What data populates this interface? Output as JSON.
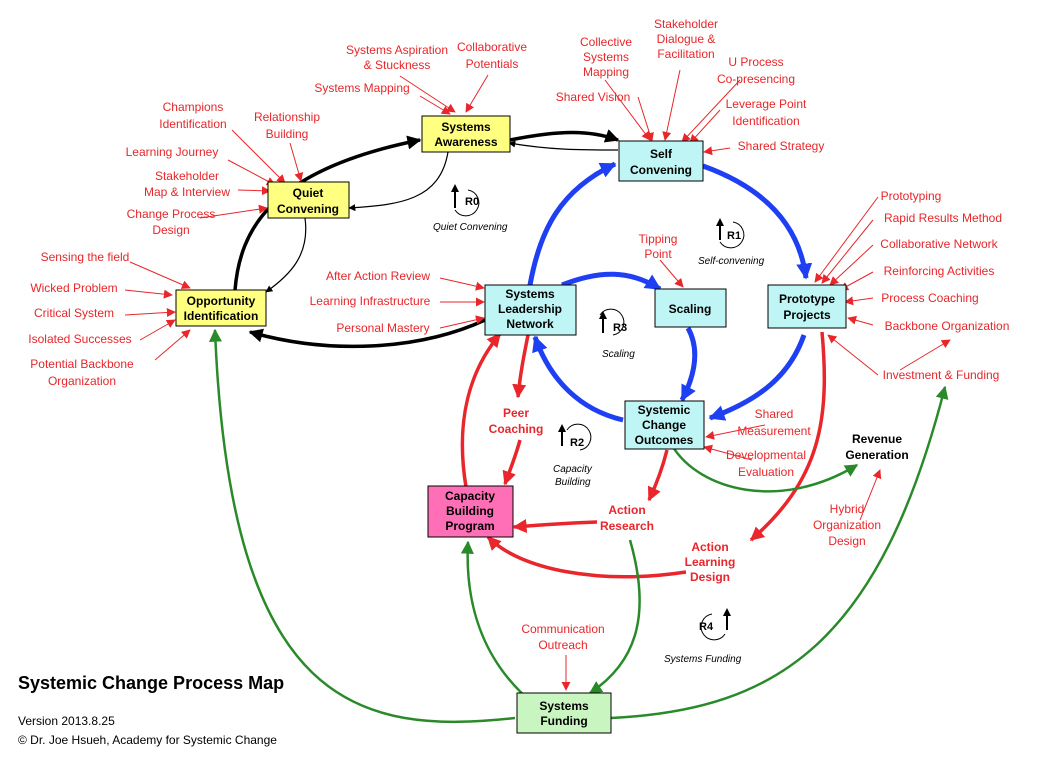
{
  "title": "Systemic Change Process Map",
  "version": "Version 2013.8.25",
  "copyright": "© Dr. Joe Hsueh, Academy for Systemic Change",
  "colors": {
    "yellow_box": "#ffff80",
    "cyan_box": "#bff5f5",
    "magenta_box": "#ff6fb7",
    "green_box": "#c8f5c0",
    "blue_arrow": "#1f3ff2",
    "red_arrow": "#e8262b",
    "green_arrow": "#2a8a2a",
    "black_arrow": "#000000"
  },
  "nodes": {
    "systems_awareness": [
      "Systems",
      "Awareness"
    ],
    "quiet_convening": [
      "Quiet",
      "Convening"
    ],
    "opportunity_identification": [
      "Opportunity",
      "Identification"
    ],
    "self_convening": [
      "Self",
      "Convening"
    ],
    "systems_leadership_network": [
      "Systems",
      "Leadership",
      "Network"
    ],
    "scaling": [
      "Scaling"
    ],
    "prototype_projects": [
      "Prototype",
      "Projects"
    ],
    "systemic_change_outcomes": [
      "Systemic",
      "Change",
      "Outcomes"
    ],
    "capacity_building_program": [
      "Capacity",
      "Building",
      "Program"
    ],
    "systems_funding": [
      "Systems",
      "Funding"
    ],
    "revenue_generation": [
      "Revenue",
      "Generation"
    ]
  },
  "loops": {
    "r0": {
      "id": "R0",
      "name": "Quiet Convening"
    },
    "r1": {
      "id": "R1",
      "name": "Self-convening"
    },
    "r2": {
      "id": "R2",
      "name": [
        "Capacity",
        "Building"
      ]
    },
    "r3": {
      "id": "R3",
      "name": "Scaling"
    },
    "r4": {
      "id": "R4",
      "name": "Systems Funding"
    }
  },
  "labels": {
    "systems_aspiration": [
      "Systems Aspiration",
      "& Stuckness"
    ],
    "collaborative_potentials": [
      "Collaborative",
      "Potentials"
    ],
    "systems_mapping": "Systems Mapping",
    "champions_identification": [
      "Champions",
      "Identification"
    ],
    "relationship_building": [
      "Relationship",
      "Building"
    ],
    "learning_journey": "Learning Journey",
    "stakeholder_map": [
      "Stakeholder",
      "Map & Interview"
    ],
    "change_process_design": [
      "Change Process",
      "Design"
    ],
    "sensing_the_field": "Sensing the field",
    "wicked_problem": "Wicked Problem",
    "critical_system": "Critical System",
    "isolated_successes": "Isolated Successes",
    "potential_backbone": [
      "Potential Backbone",
      "Organization"
    ],
    "collective_systems_mapping": [
      "Collective",
      "Systems",
      "Mapping"
    ],
    "stakeholder_dialogue": [
      "Stakeholder",
      "Dialogue &",
      "Facilitation"
    ],
    "u_process": [
      "U Process",
      "Co-presencing"
    ],
    "shared_vision": "Shared Vision",
    "leverage_point": [
      "Leverage Point",
      "Identification"
    ],
    "shared_strategy": "Shared Strategy",
    "prototyping": "Prototyping",
    "rapid_results": "Rapid Results Method",
    "collaborative_network": "Collaborative Network",
    "reinforcing_activities": "Reinforcing Activities",
    "process_coaching": "Process Coaching",
    "backbone_organization": "Backbone Organization",
    "investment_funding": "Investment & Funding",
    "tipping_point": [
      "Tipping",
      "Point"
    ],
    "after_action_review": "After Action Review",
    "learning_infrastructure": "Learning Infrastructure",
    "personal_mastery": "Personal Mastery",
    "shared_measurement": [
      "Shared",
      "Measurement"
    ],
    "developmental_evaluation": [
      "Developmental",
      "Evaluation"
    ],
    "hybrid_organization": [
      "Hybrid",
      "Organization",
      "Design"
    ],
    "communication_outreach": [
      "Communication",
      "Outreach"
    ],
    "peer_coaching": [
      "Peer",
      "Coaching"
    ],
    "action_research": [
      "Action",
      "Research"
    ],
    "action_learning_design": [
      "Action",
      "Learning",
      "Design"
    ]
  }
}
